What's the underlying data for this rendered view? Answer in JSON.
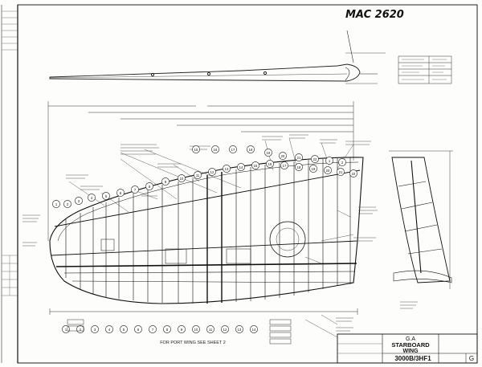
{
  "drawing": {
    "handwritten_number": "MAC 2620",
    "title_block": {
      "title_line1": "G.A",
      "title_line2": "STARBOARD",
      "title_line3": "WING",
      "drawing_number": "3000B/3HF1",
      "issue": "G"
    },
    "footer_note": "FOR PORT WING SEE SHEET 2"
  },
  "labels": {
    "bubbles": [
      "1",
      "2",
      "3",
      "4",
      "5",
      "6",
      "7",
      "8",
      "9",
      "10",
      "11",
      "12",
      "13",
      "14",
      "15",
      "16",
      "17",
      "18",
      "19",
      "20",
      "21",
      "22"
    ]
  }
}
